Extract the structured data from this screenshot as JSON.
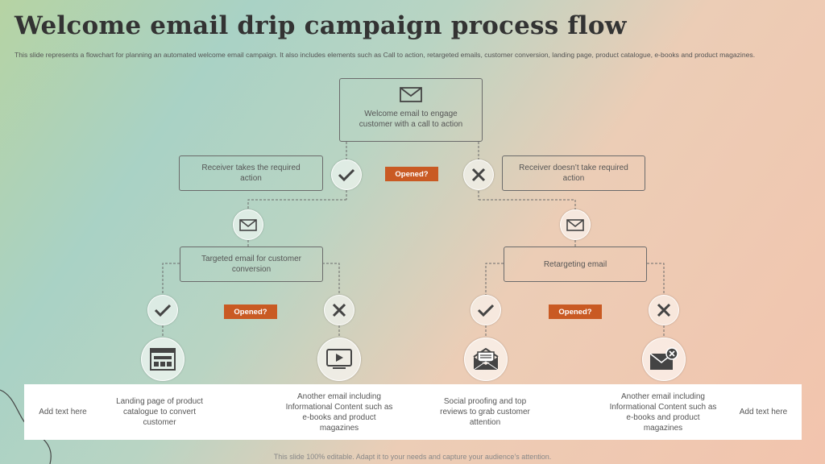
{
  "title": "Welcome email drip campaign process flow",
  "subtitle": "This slide represents a flowchart for planning an automated welcome email campaign. It also includes elements such as Call to action, retargeted emails, customer conversion, landing page, product catalogue, e-books and product magazines.",
  "nodes": {
    "welcome": "Welcome email to engage customer with a call to action",
    "receiver_takes": "Receiver takes the required action",
    "receiver_doesnt": "Receiver doesn’t take required action",
    "targeted": "Targeted email for customer conversion",
    "retargeting": "Retargeting email"
  },
  "badges": {
    "top": "Opened?",
    "left": "Opened?",
    "right": "Opened?"
  },
  "icons": {
    "top": "envelope-icon",
    "yes": "checkmark-icon",
    "no": "x-mark-icon",
    "landing": "landing-page-icon",
    "video": "video-play-icon",
    "open_mail": "open-envelope-icon",
    "mail_x": "envelope-x-icon"
  },
  "panel": {
    "left_add": "Add text here",
    "landing": "Landing page of product catalogue to convert customer",
    "another1": "Another email including Informational Content such as e-books and product magazines",
    "social": "Social proofing and top reviews to grab customer attention",
    "another2": "Another email including Informational Content such as e-books and product magazines",
    "right_add": "Add text here"
  },
  "footer": "This slide 100% editable. Adapt it to your needs and capture your audience’s attention.",
  "colors": {
    "accent": "#c95a23",
    "line": "#6b6b6b",
    "panel": "#ffffff"
  }
}
